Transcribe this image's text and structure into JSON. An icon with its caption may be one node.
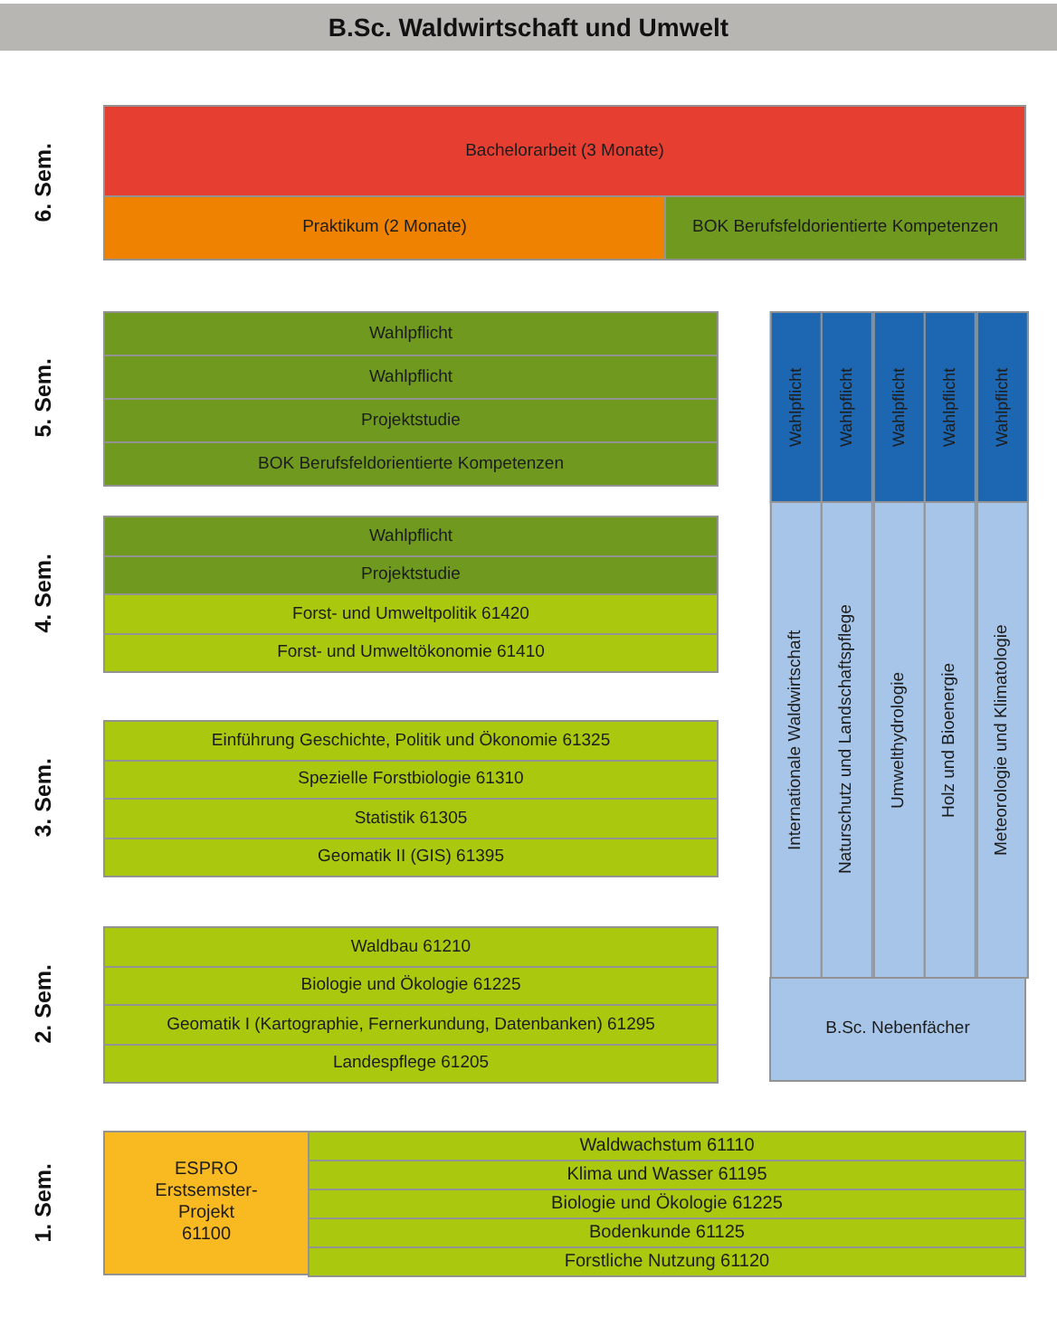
{
  "diagram": {
    "title": "B.Sc. Waldwirtschaft und Umwelt",
    "nodes": [
      {
        "text": [
          "Bachelorarbeit (3 Monate)"
        ]
      },
      {
        "text": [
          "Praktikum (2 Monate)"
        ]
      },
      {
        "text": [
          "BOK Berufsfeldorientierte Kompetenzen"
        ]
      },
      {
        "text": [
          "Wahlpflicht"
        ]
      },
      {
        "text": [
          "Wahlpflicht"
        ]
      },
      {
        "text": [
          "Projektstudie"
        ]
      },
      {
        "text": [
          "BOK Berufsfeldorientierte Kompetenzen"
        ]
      },
      {
        "text": [
          "Wahlpflicht"
        ]
      },
      {
        "text": [
          "Wahlpflicht"
        ]
      },
      {
        "text": [
          "Wahlpflicht"
        ]
      },
      {
        "text": [
          "Wahlpflicht"
        ]
      },
      {
        "text": [
          "Wahlpflicht"
        ]
      },
      {
        "text": [
          "Internationale Waldwirtschaft"
        ]
      },
      {
        "text": [
          "Naturschutz und Landschaftspflege"
        ]
      },
      {
        "text": [
          "Umwelthydrologie"
        ]
      },
      {
        "text": [
          "Holz und Bioenergie"
        ]
      },
      {
        "text": [
          "Meteorologie und Klimatologie"
        ]
      },
      {
        "text": [
          "Wahlpflicht"
        ]
      },
      {
        "text": [
          "Projektstudie"
        ]
      },
      {
        "text": [
          "Forst- und Umweltpolitik 61420"
        ]
      },
      {
        "text": [
          "Forst- und Umweltökonomie 61410"
        ]
      },
      {
        "text": [
          "Einführung Geschichte, Politik und Ökonomie 61325"
        ]
      },
      {
        "text": [
          "Spezielle Forstbiologie 61310"
        ]
      },
      {
        "text": [
          "Statistik 61305"
        ]
      },
      {
        "text": [
          "Geomatik II (GIS) 61395"
        ]
      },
      {
        "text": [
          "Waldbau 61210"
        ]
      },
      {
        "text": [
          "Biologie und Ökologie 61225"
        ]
      },
      {
        "text": [
          "Geomatik I (Kartographie, Fernerkundung, Datenbanken) 61295"
        ]
      },
      {
        "text": [
          "Landespflege 61205"
        ]
      },
      {
        "text": [
          "B.Sc. Nebenfächer"
        ]
      },
      {
        "text": [
          "ESPRO Erstsemster-Projekt 61100"
        ]
      },
      {
        "text": [
          "Waldwachstum 61110"
        ]
      },
      {
        "text": [
          "Klima und Wasser 61195"
        ]
      },
      {
        "text": [
          "Biologie und Ökologie 61225"
        ]
      },
      {
        "text": [
          "Bodenkunde 61125"
        ]
      },
      {
        "text": [
          "Forstliche Nutzung 61120"
        ]
      }
    ],
    "labels": [
      "6. Sem.",
      "5. Sem.",
      "4. Sem.",
      "3. Sem.",
      "2. Sem.",
      "1. Sem."
    ]
  }
}
